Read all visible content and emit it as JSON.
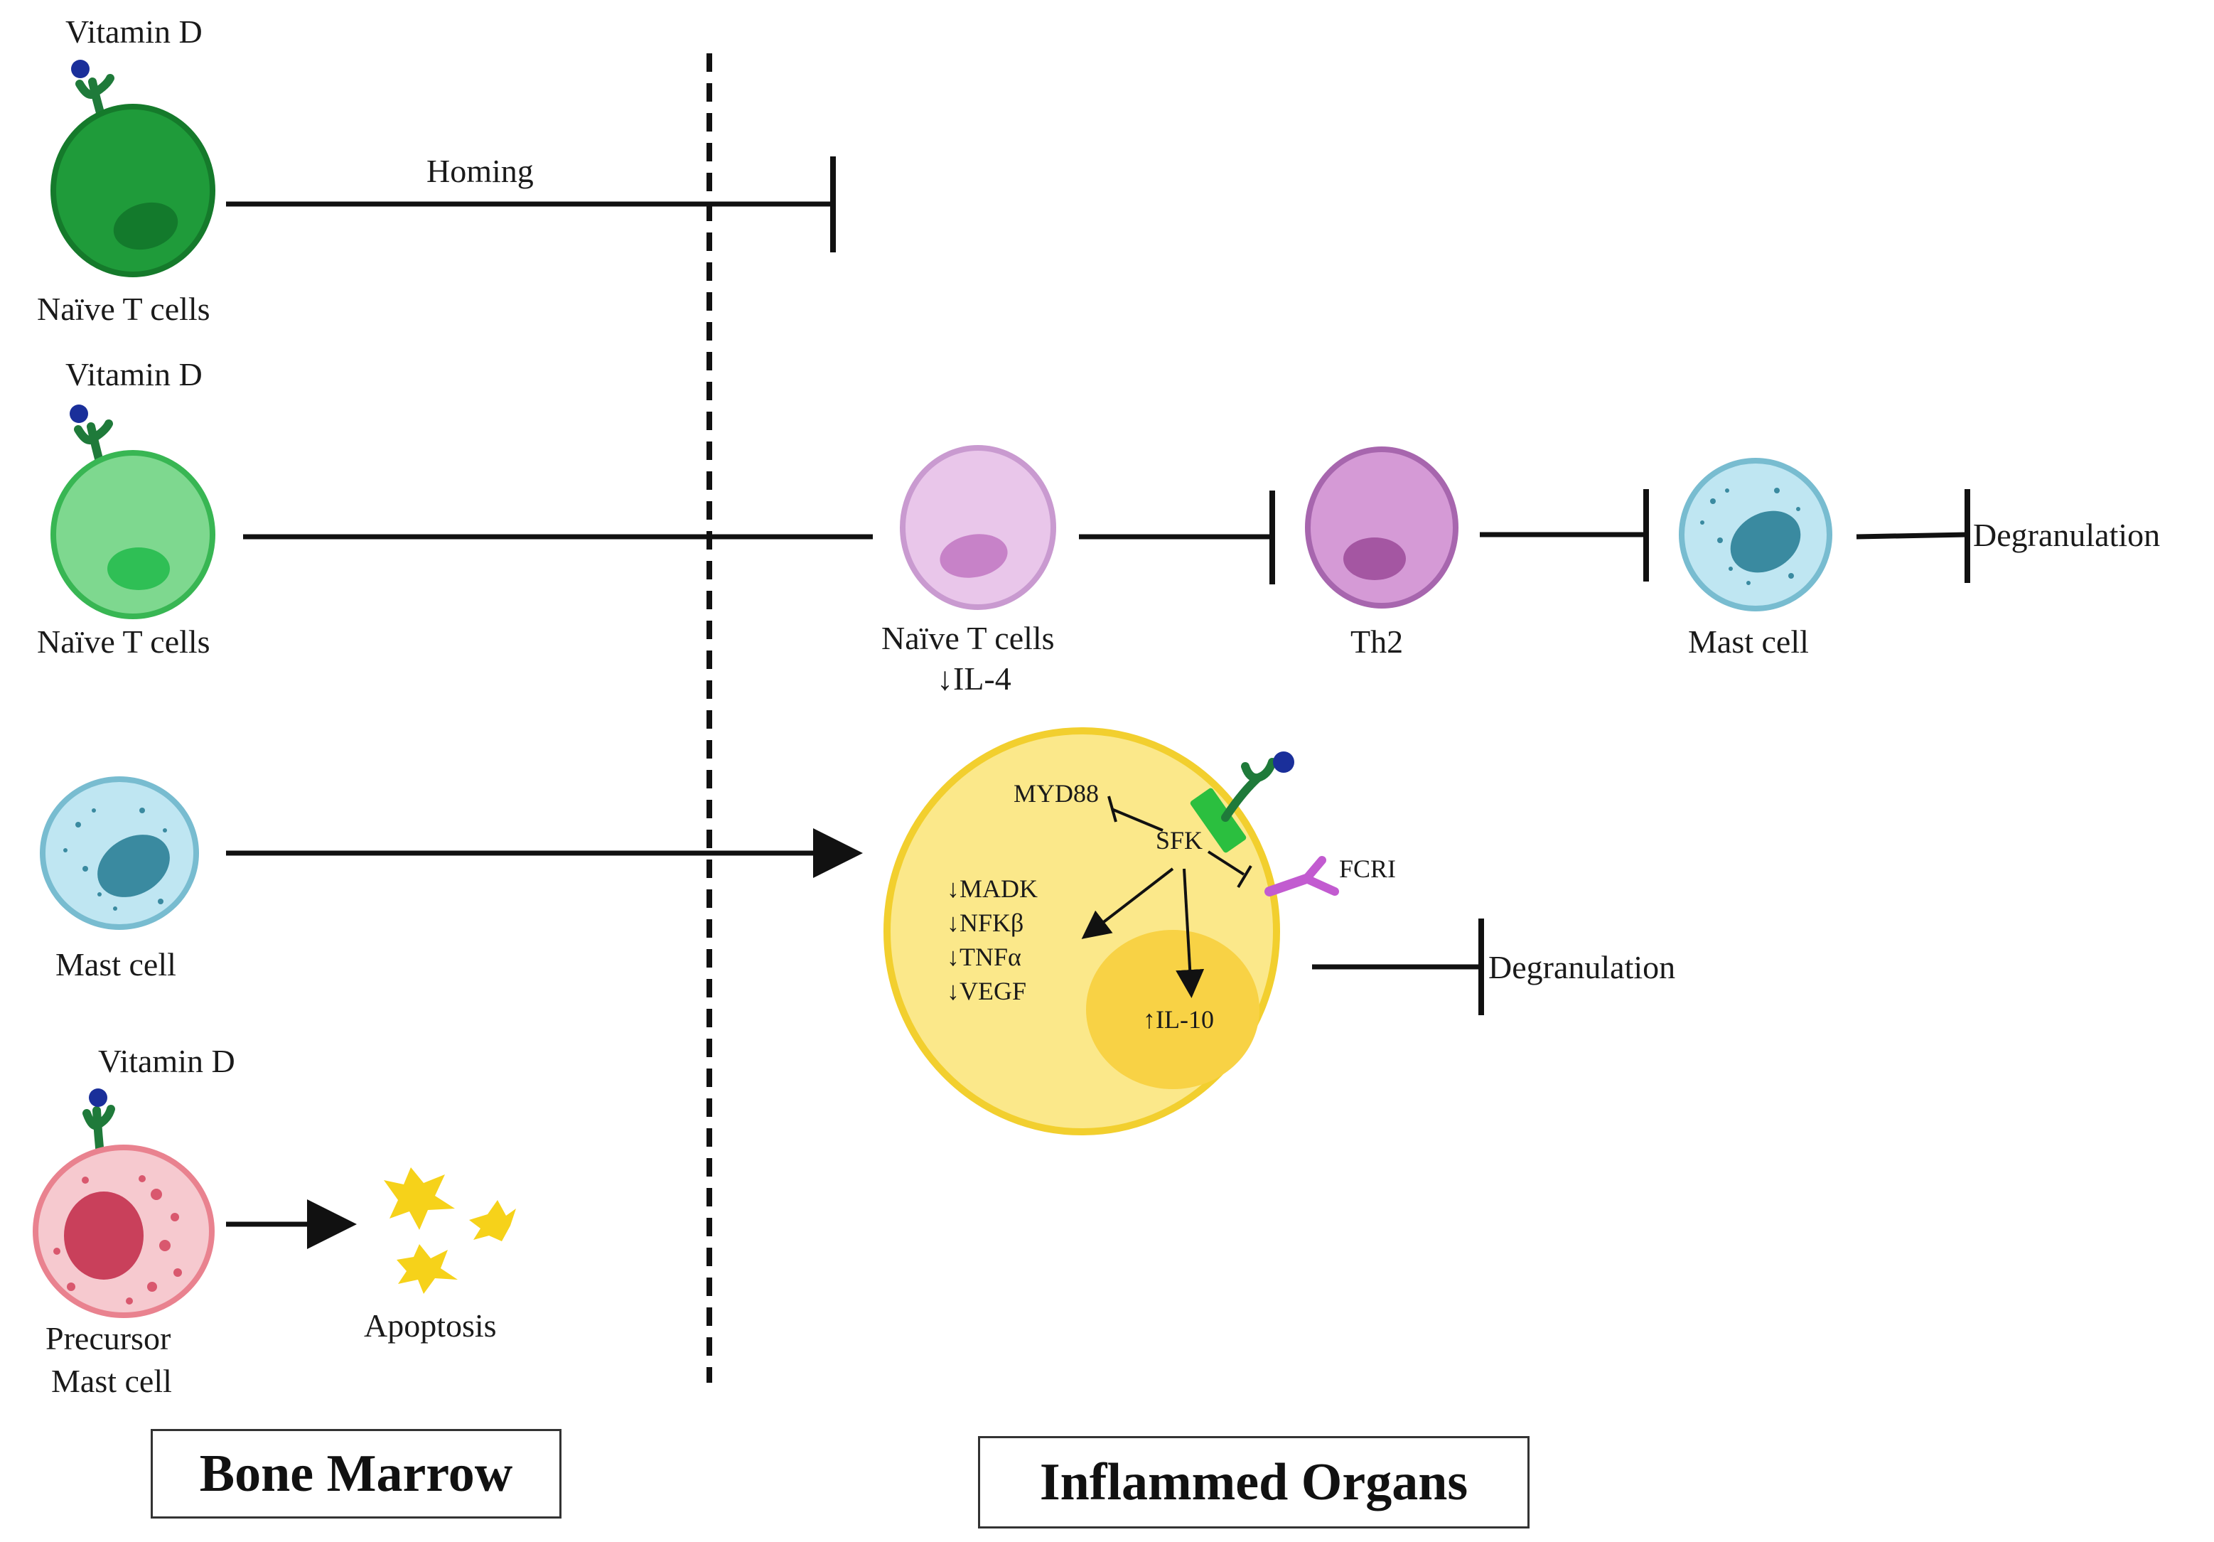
{
  "labels": {
    "vitamin_d": "Vitamin D",
    "homing": "Homing",
    "naive_t_cells": "Naïve T cells",
    "mast_cell": "Mast cell",
    "precursor_mast_cell_line1": "Precursor",
    "precursor_mast_cell_line2": "Mast cell",
    "apoptosis": "Apoptosis",
    "naive_t_cells_il4_line1": "Naïve T cells",
    "naive_t_cells_il4_line2": "↓IL-4",
    "th2": "Th2",
    "degranulation": "Degranulation",
    "myd88": "MYD88",
    "sfk": "SFK",
    "fcri": "FCRI",
    "madk": "↓MADK",
    "nfkb": "↓NFKβ",
    "tnfa": "↓TNFα",
    "vegf": "↓VEGF",
    "il10": "↑IL-10"
  },
  "regions": {
    "bone_marrow": "Bone Marrow",
    "inflamed_organs": "Inflammed Organs"
  },
  "colors": {
    "naive_t_dark": "#1f9b3a",
    "naive_t_light": "#7ed88f",
    "naive_t_pink": "#e9bfe6",
    "th2": "#c98ccf",
    "mast_cell": "#bfe6f2",
    "mast_nucleus": "#3a8aa0",
    "precursor": "#f4c2c8",
    "precursor_nucleus": "#c9405b",
    "big_cell": "#fbe88a",
    "apoptosis": "#f6d21a",
    "receptor": "#1f7a3a",
    "vitamin_dot": "#1a2f9a",
    "fcri": "#c25bd0"
  }
}
